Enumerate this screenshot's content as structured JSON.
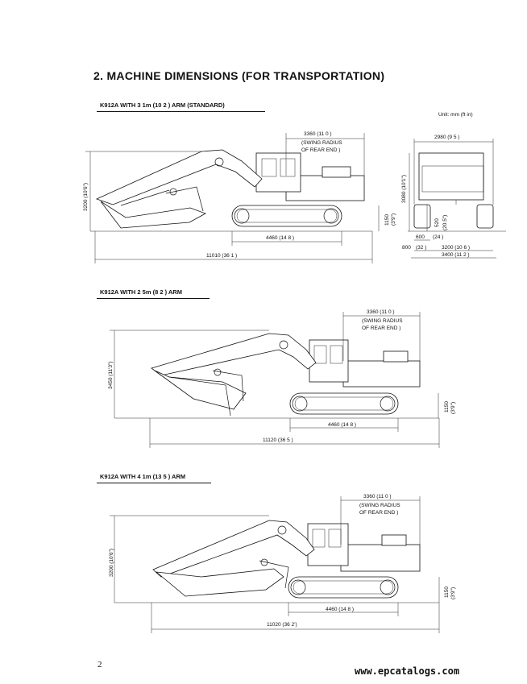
{
  "title": "2. MACHINE DIMENSIONS (FOR TRANSPORTATION)",
  "unit_note": "Unit: mm (ft in)",
  "page_number": "2",
  "watermark": "www.epcatalogs.com",
  "sections": [
    {
      "subtitle": "K912A WITH 3 1m (10 2 ) ARM (STANDARD)",
      "swing_radius": "3360 (11 0 )",
      "swing_label_1": "(SWING RADIUS",
      "swing_label_2": "OF REAR END )",
      "height": "3200 (10'6\")",
      "track_height": "1150",
      "track_height_ft": "(3'9\")",
      "track_length": "4460 (14 8 )",
      "overall_length": "11010 (36 1 )"
    },
    {
      "subtitle": "K912A WITH 2 5m (8 2 ) ARM",
      "swing_radius": "3360 (11 0 )",
      "swing_label_1": "(SWING RADIUS",
      "swing_label_2": "OF REAR END )",
      "height": "3450 (11'3\")",
      "track_height": "1150",
      "track_height_ft": "(3'9\")",
      "track_length": "4460 (14 8 )",
      "overall_length": "11120 (36 5 )"
    },
    {
      "subtitle": "K912A WITH 4 1m (13 5 ) ARM",
      "swing_radius": "3360 (11 0 )",
      "swing_label_1": "(SWING RADIUS",
      "swing_label_2": "OF REAR END )",
      "height": "3200 (10'6\")",
      "track_height": "1150",
      "track_height_ft": "(3'9\")",
      "track_length": "4460 (14 8 )",
      "overall_length": "11020 (36 2')"
    }
  ],
  "rear_view": {
    "width": "2980 (9 5 )",
    "height": "3080 (10'1\")",
    "clearance": "520",
    "clearance_ft": "(20.5\")",
    "shoe": "600",
    "shoe_ft": "(24 )",
    "shoe2": "800",
    "shoe2_ft": "(32 )",
    "gauge": "3200 (10 6 )",
    "overall_width": "3400 (11 2 )"
  }
}
